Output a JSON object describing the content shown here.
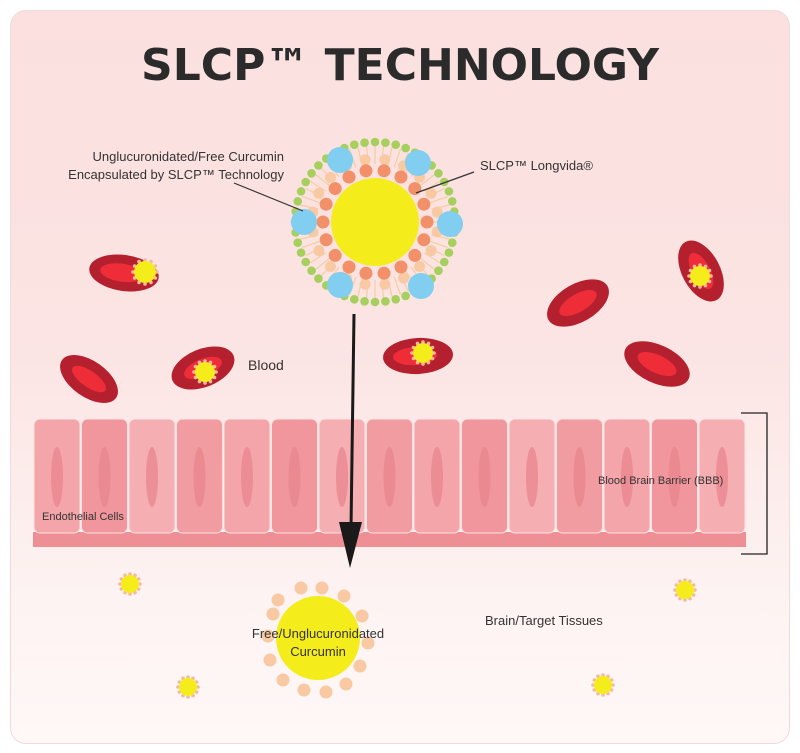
{
  "title": "SLCP™ TECHNOLOGY",
  "labels": {
    "encapsulated_line1": "Unglucuronidated/Free Curcumin",
    "encapsulated_line2": "Encapsulated by SLCP™ Technology",
    "longvida": "SLCP™ Longvida®",
    "blood": "Blood",
    "endothelial": "Endothelial Cells",
    "bbb": "Blood Brain Barrier (BBB)",
    "free_line1": "Free/Unglucuronidated",
    "free_line2": "Curcumin",
    "brain": "Brain/Target Tissues"
  },
  "colors": {
    "curcumin": "#f5ec1c",
    "lipid_head": "#a6cf5e",
    "blue_sphere": "#82cef0",
    "orange_sphere": "#f19069",
    "peach_sphere": "#f9c9a4",
    "blood_cell_outer": "#b5202e",
    "blood_cell_inner": "#ee2d39",
    "cell_fill": "#f4a3a8",
    "cell_base": "#ee8f95",
    "arrow": "#1a1a1a"
  }
}
